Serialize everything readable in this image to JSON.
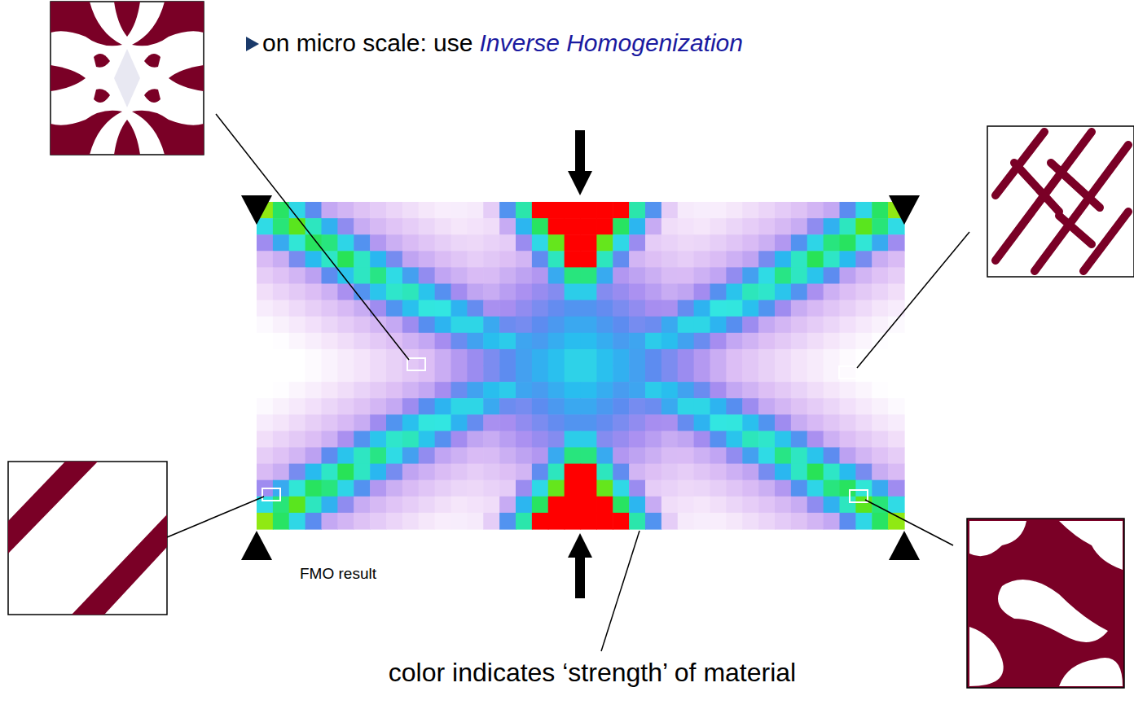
{
  "diagram": {
    "labels": [
      "on micro scale: use",
      "Inverse Homogenization",
      "FMO result",
      "color indicates ‘strength’ of material"
    ]
  }
}
